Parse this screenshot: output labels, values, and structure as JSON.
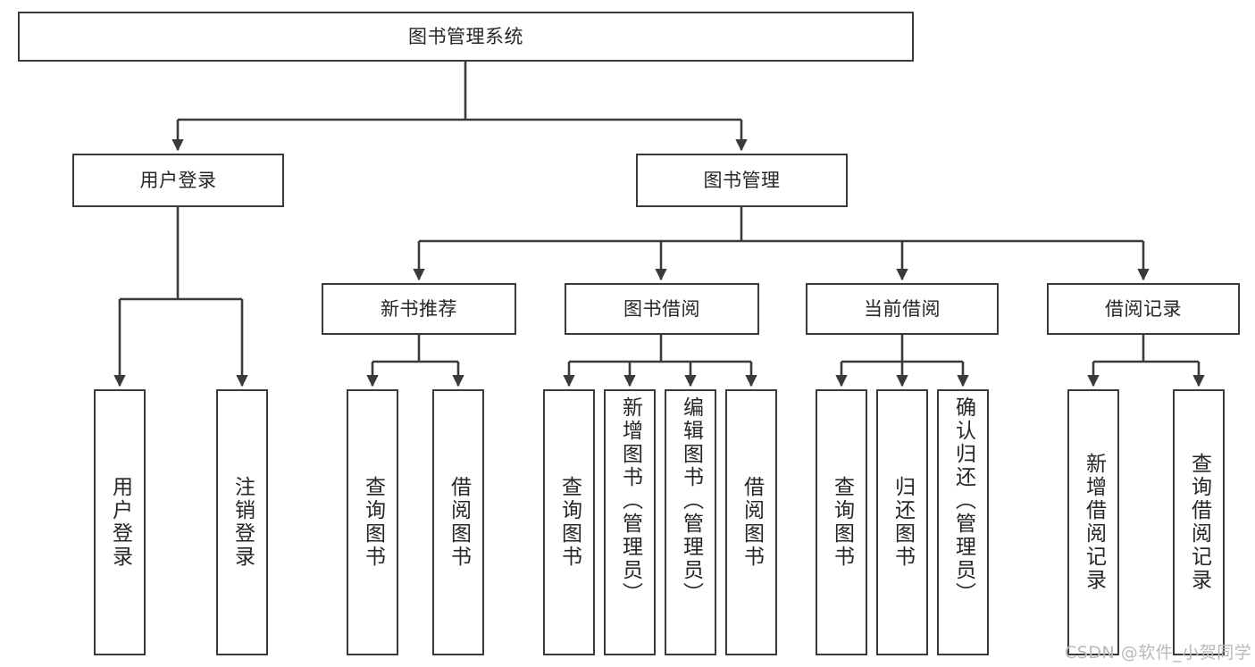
{
  "diagram": {
    "type": "tree-hierarchy",
    "title": "图书管理系统",
    "background_color": "#ffffff",
    "line_color": "#3a3a3a",
    "text_color": "#262626"
  },
  "nodes": {
    "root": {
      "label": "图书管理系统"
    },
    "level1": [
      {
        "id": "user-login",
        "label": "用户登录"
      },
      {
        "id": "book-management",
        "label": "图书管理"
      }
    ],
    "level2": [
      {
        "id": "new-book-recommend",
        "label": "新书推荐"
      },
      {
        "id": "book-borrow",
        "label": "图书借阅"
      },
      {
        "id": "current-borrow",
        "label": "当前借阅"
      },
      {
        "id": "borrow-record",
        "label": "借阅记录"
      }
    ],
    "leaves": {
      "user_login": [
        {
          "id": "leaf-user-login",
          "label": "用户登录"
        },
        {
          "id": "leaf-logout-login",
          "label": "注销登录"
        }
      ],
      "new_book_recommend": [
        {
          "id": "leaf-query-book-1",
          "label": "查询图书"
        },
        {
          "id": "leaf-borrow-book-1",
          "label": "借阅图书"
        }
      ],
      "book_borrow": [
        {
          "id": "leaf-query-book-2",
          "label": "查询图书"
        },
        {
          "id": "leaf-add-book",
          "label": "新增图书（管理员）"
        },
        {
          "id": "leaf-edit-book",
          "label": "编辑图书（管理员）"
        },
        {
          "id": "leaf-borrow-book-2",
          "label": "借阅图书"
        }
      ],
      "current_borrow": [
        {
          "id": "leaf-query-book-3",
          "label": "查询图书"
        },
        {
          "id": "leaf-return-book",
          "label": "归还图书"
        },
        {
          "id": "leaf-confirm-return",
          "label": "确认归还（管理员）"
        }
      ],
      "borrow_record": [
        {
          "id": "leaf-add-record",
          "label": "新增借阅记录"
        },
        {
          "id": "leaf-query-record",
          "label": "查询借阅记录"
        }
      ]
    }
  },
  "watermark": {
    "text": "CSDN @软件_小贺同学"
  }
}
